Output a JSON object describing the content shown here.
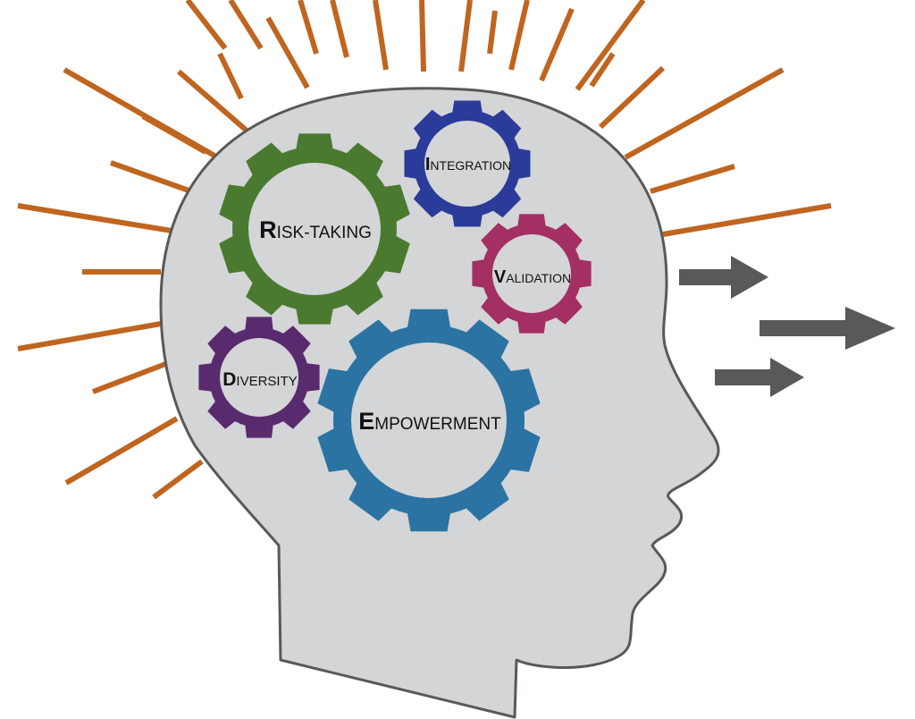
{
  "diagram": {
    "colors": {
      "rays": "#c0651f",
      "head_fill": "#d4d5d7",
      "head_outline": "#58595b",
      "arrows": "#58595b",
      "label_text": "#111111"
    },
    "gears": [
      {
        "id": "risk-taking",
        "initial": "R",
        "rest": "ISK-TAKING",
        "color": "#4a7a30"
      },
      {
        "id": "integration",
        "initial": "I",
        "rest": "NTEGRATION",
        "color": "#2b3b9a"
      },
      {
        "id": "validation",
        "initial": "V",
        "rest": "ALIDATION",
        "color": "#a32f63"
      },
      {
        "id": "diversity",
        "initial": "D",
        "rest": "IVERSITY",
        "color": "#5a2a6e"
      },
      {
        "id": "empowerment",
        "initial": "E",
        "rest": "MPOWERMENT",
        "color": "#2a73a2"
      }
    ],
    "arrow_count": 3,
    "ray_count": 28
  }
}
